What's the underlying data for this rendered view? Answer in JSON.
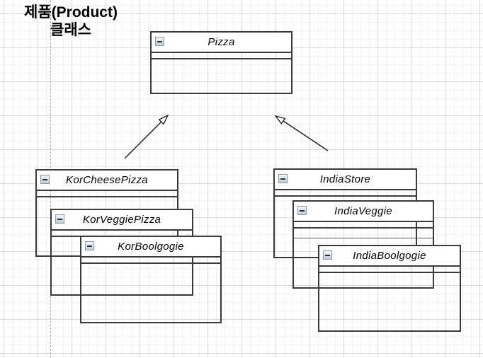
{
  "heading": {
    "line1": "제품(Product)",
    "line2": "클래스"
  },
  "classes": {
    "pizza": {
      "name": "Pizza"
    },
    "korCheesePizza": {
      "name": "KorCheesePizza"
    },
    "korVeggiePizza": {
      "name": "KorVeggiePizza"
    },
    "korBoolgogie": {
      "name": "KorBoolgogie"
    },
    "indiaStore": {
      "name": "IndiaStore"
    },
    "indiaVeggie": {
      "name": "IndiaVeggie"
    },
    "indiaBoolgogie": {
      "name": "IndiaBoolgogie"
    }
  },
  "icons": {
    "collapse": "minus"
  },
  "relations": {
    "type": "generalization",
    "arrowhead": "open-triangle"
  },
  "colors": {
    "box_border": "#3a3a3a",
    "grid_major": "#d9d9d9",
    "grid_minor": "#f2f2f2",
    "guide_dash": "#a6a6a6",
    "arrow": "#1a1a1a",
    "title_fill": "#ffffff"
  }
}
